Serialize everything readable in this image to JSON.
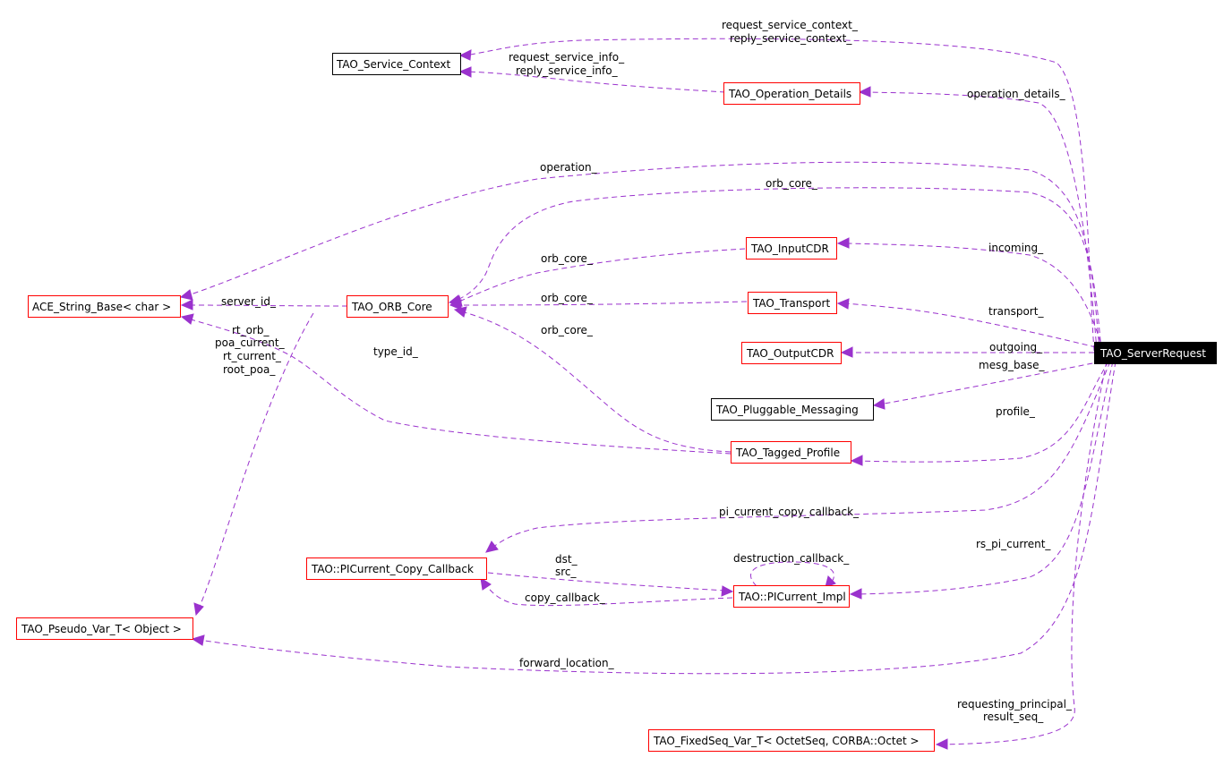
{
  "diagram": {
    "nodes": {
      "service_context": "TAO_Service_Context",
      "operation_details": "TAO_Operation_Details",
      "ace_string_base": "ACE_String_Base< char >",
      "orb_core": "TAO_ORB_Core",
      "input_cdr": "TAO_InputCDR",
      "transport": "TAO_Transport",
      "output_cdr": "TAO_OutputCDR",
      "server_request": "TAO_ServerRequest",
      "pluggable_messaging": "TAO_Pluggable_Messaging",
      "tagged_profile": "TAO_Tagged_Profile",
      "picurrent_copy_callback": "TAO::PICurrent_Copy_Callback",
      "picurrent_impl": "TAO::PICurrent_Impl",
      "pseudo_var": "TAO_Pseudo_Var_T< Object >",
      "fixedseq_var": "TAO_FixedSeq_Var_T< OctetSeq, CORBA::Octet >"
    },
    "labels": {
      "request_service_context": "request_service_context_",
      "reply_service_context": "reply_service_context_",
      "request_service_info": "request_service_info_",
      "reply_service_info": "reply_service_info_",
      "operation_details": "operation_details_",
      "operation": "operation_",
      "orb_core_top": "orb_core_",
      "incoming": "incoming_",
      "orb_core_input": "orb_core_",
      "server_id": "server_id_",
      "orb_core_transport": "orb_core_",
      "transport": "transport_",
      "rt_orb": "rt_orb_",
      "poa_current": "poa_current_",
      "rt_current": "rt_current_",
      "root_poa": "root_poa_",
      "type_id": "type_id_",
      "orb_core_profile": "orb_core_",
      "outgoing": "outgoing_",
      "mesg_base": "mesg_base_",
      "profile": "profile_",
      "pi_current_copy_callback": "pi_current_copy_callback_",
      "destruction_callback": "destruction_callback_",
      "dst": "dst_",
      "src": "src_",
      "rs_pi_current": "rs_pi_current_",
      "copy_callback": "copy_callback_",
      "forward_location": "forward_location_",
      "requesting_principal": "requesting_principal_",
      "result_seq": "result_seq_"
    },
    "colors": {
      "edge": "#9a32cd",
      "node_border_red": "#ff0000",
      "node_border_black": "#000000",
      "focus_fill": "#000000",
      "focus_text": "#ffffff"
    }
  }
}
